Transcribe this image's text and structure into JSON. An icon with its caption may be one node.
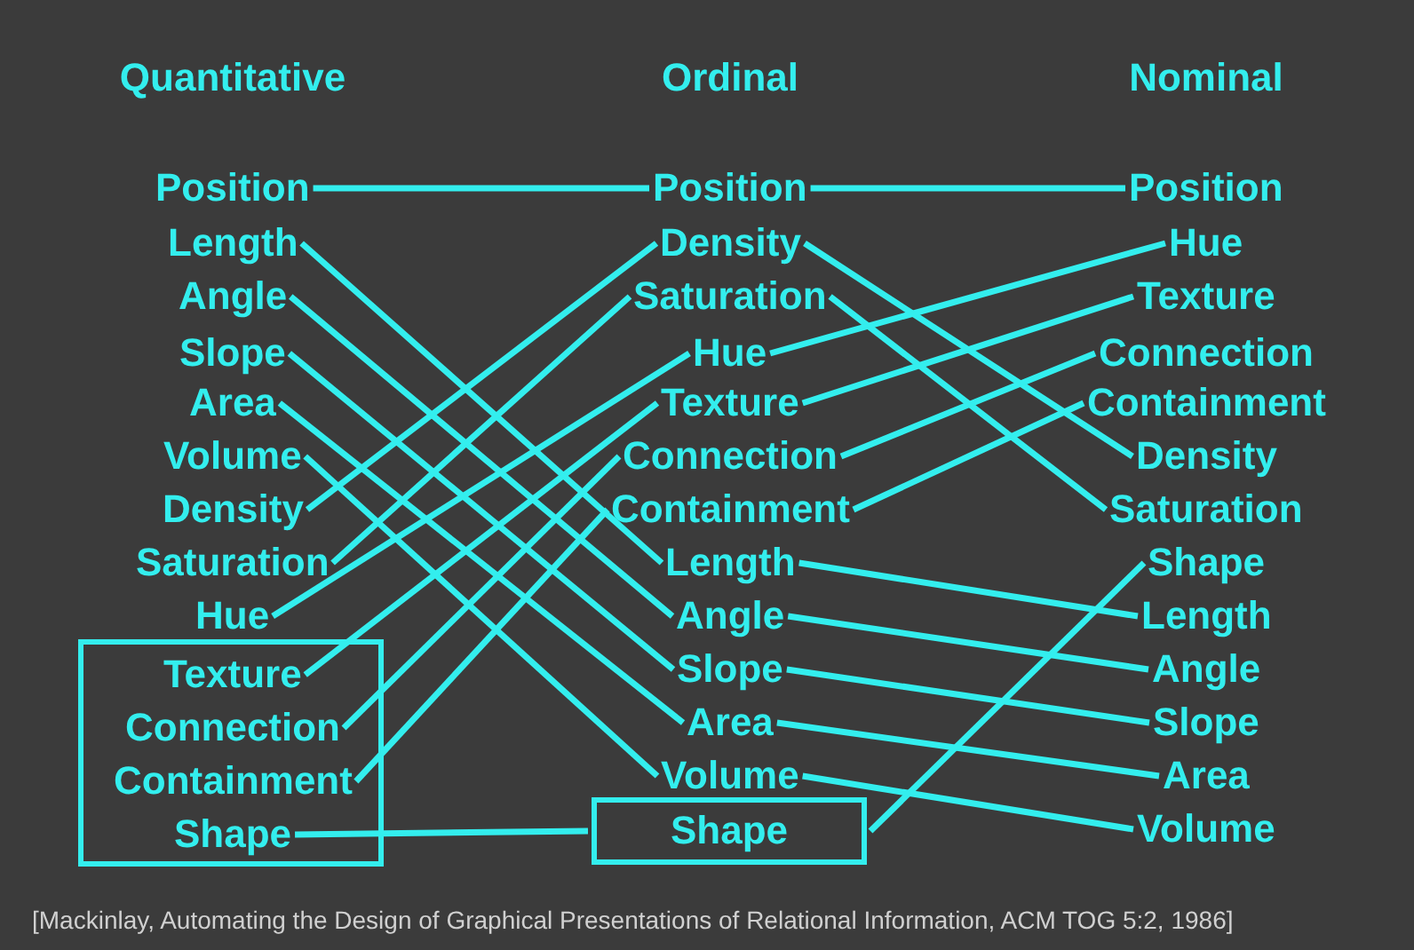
{
  "diagram": {
    "caption": "[Mackinlay, Automating the Design of Graphical Presentations of Relational Information, ACM TOG 5:2, 1986]",
    "labels": [
      "Quantitative",
      "Ordinal",
      "Nominal"
    ],
    "nodes": [
      {
        "text": [
          "Position"
        ]
      },
      {
        "text": [
          "Length"
        ]
      },
      {
        "text": [
          "Angle"
        ]
      },
      {
        "text": [
          "Slope"
        ]
      },
      {
        "text": [
          "Area"
        ]
      },
      {
        "text": [
          "Volume"
        ]
      },
      {
        "text": [
          "Density"
        ]
      },
      {
        "text": [
          "Saturation"
        ]
      },
      {
        "text": [
          "Hue"
        ]
      },
      {
        "text": [],
        "shape": "box"
      },
      {
        "text": [
          "Texture"
        ],
        "in": 9
      },
      {
        "text": [
          "Connection"
        ],
        "in": 9
      },
      {
        "text": [
          "Containment"
        ],
        "in": 9
      },
      {
        "text": [
          "Shape"
        ],
        "in": 9
      },
      {
        "text": [
          "Position"
        ]
      },
      {
        "text": [
          "Density"
        ]
      },
      {
        "text": [
          "Saturation"
        ]
      },
      {
        "text": [
          "Hue"
        ]
      },
      {
        "text": [
          "Texture"
        ]
      },
      {
        "text": [
          "Connection"
        ]
      },
      {
        "text": [
          "Containment"
        ]
      },
      {
        "text": [
          "Length"
        ]
      },
      {
        "text": [
          "Angle"
        ]
      },
      {
        "text": [
          "Slope"
        ]
      },
      {
        "text": [
          "Area"
        ]
      },
      {
        "text": [
          "Volume"
        ]
      },
      {
        "text": [
          "Shape"
        ]
      },
      {
        "text": [
          "Position"
        ]
      },
      {
        "text": [
          "Hue"
        ]
      },
      {
        "text": [
          "Texture"
        ]
      },
      {
        "text": [
          "Connection"
        ]
      },
      {
        "text": [
          "Containment"
        ]
      },
      {
        "text": [
          "Density"
        ]
      },
      {
        "text": [
          "Saturation"
        ]
      },
      {
        "text": [
          "Shape"
        ]
      },
      {
        "text": [
          "Length"
        ]
      },
      {
        "text": [
          "Angle"
        ]
      },
      {
        "text": [
          "Slope"
        ]
      },
      {
        "text": [
          "Area"
        ]
      },
      {
        "text": [
          "Volume"
        ]
      }
    ],
    "edges": [
      {
        "from": 0,
        "to": 14,
        "arrow": "none"
      },
      {
        "from": 1,
        "to": 21,
        "arrow": "none"
      },
      {
        "from": 2,
        "to": 22,
        "arrow": "none"
      },
      {
        "from": 3,
        "to": 23,
        "arrow": "none"
      },
      {
        "from": 4,
        "to": 24,
        "arrow": "none"
      },
      {
        "from": 5,
        "to": 25,
        "arrow": "none"
      },
      {
        "from": 6,
        "to": 15,
        "arrow": "none"
      },
      {
        "from": 7,
        "to": 16,
        "arrow": "none"
      },
      {
        "from": 8,
        "to": 17,
        "arrow": "none"
      },
      {
        "from": 10,
        "to": 18,
        "arrow": "none"
      },
      {
        "from": 11,
        "to": 19,
        "arrow": "none"
      },
      {
        "from": 12,
        "to": 20,
        "arrow": "none"
      },
      {
        "from": 13,
        "to": 26,
        "arrow": "none"
      },
      {
        "from": 14,
        "to": 27,
        "arrow": "none"
      },
      {
        "from": 15,
        "to": 32,
        "arrow": "none"
      },
      {
        "from": 16,
        "to": 33,
        "arrow": "none"
      },
      {
        "from": 17,
        "to": 28,
        "arrow": "none"
      },
      {
        "from": 18,
        "to": 29,
        "arrow": "none"
      },
      {
        "from": 19,
        "to": 30,
        "arrow": "none"
      },
      {
        "from": 20,
        "to": 31,
        "arrow": "none"
      },
      {
        "from": 21,
        "to": 35,
        "arrow": "none"
      },
      {
        "from": 22,
        "to": 36,
        "arrow": "none"
      },
      {
        "from": 23,
        "to": 37,
        "arrow": "none"
      },
      {
        "from": 24,
        "to": 38,
        "arrow": "none"
      },
      {
        "from": 25,
        "to": 39,
        "arrow": "none"
      },
      {
        "from": 26,
        "to": 34,
        "arrow": "none"
      }
    ]
  }
}
